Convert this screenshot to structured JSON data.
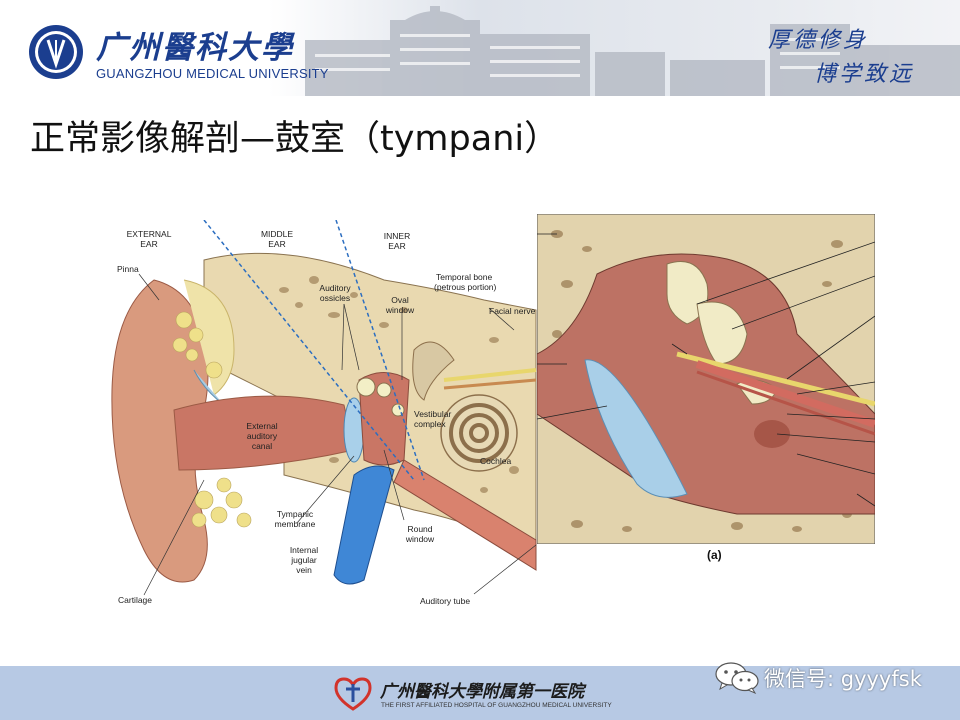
{
  "header": {
    "university_cn": "广州醫科大學",
    "university_en": "GUANGZHOU MEDICAL UNIVERSITY",
    "motto_line1": "厚德修身",
    "motto_line2": "博学致远"
  },
  "slide": {
    "title": "正常影像解剖—鼓室（tympani）"
  },
  "figure_left": {
    "labels": {
      "external_ear": [
        "EXTERNAL",
        "EAR"
      ],
      "middle_ear": [
        "MIDDLE",
        "EAR"
      ],
      "inner_ear": [
        "INNER",
        "EAR"
      ],
      "pinna": "Pinna",
      "temporal_bone": [
        "Temporal bone",
        "(petrous portion)"
      ],
      "auditory_ossicles": [
        "Auditory",
        "ossicles"
      ],
      "oval_window": [
        "Oval",
        "window"
      ],
      "facial_nerve": "Facial nerve",
      "external_auditory_canal": [
        "External",
        "auditory",
        "canal"
      ],
      "vestibular_complex": [
        "Vestibular",
        "complex"
      ],
      "cochlea": "Cochlea",
      "tympanic_membrane": [
        "Tympanic",
        "membrane"
      ],
      "round_window": [
        "Round",
        "window"
      ],
      "internal_jugular_vein": [
        "Internal",
        "jugular",
        "vein"
      ],
      "cartilage": "Cartilage",
      "auditory_tube": "Auditory tube"
    }
  },
  "figure_right": {
    "label": "(a)"
  },
  "footer": {
    "hospital_cn": "广州醫科大學附属第一医院",
    "hospital_en": "THE FIRST AFFILIATED HOSPITAL OF GUANGZHOU MEDICAL UNIVERSITY",
    "wechat_text": "微信号: gyyyfsk"
  },
  "colors": {
    "brand_blue": "#1b3e8f",
    "footer_bg": "#b7c9e4"
  }
}
